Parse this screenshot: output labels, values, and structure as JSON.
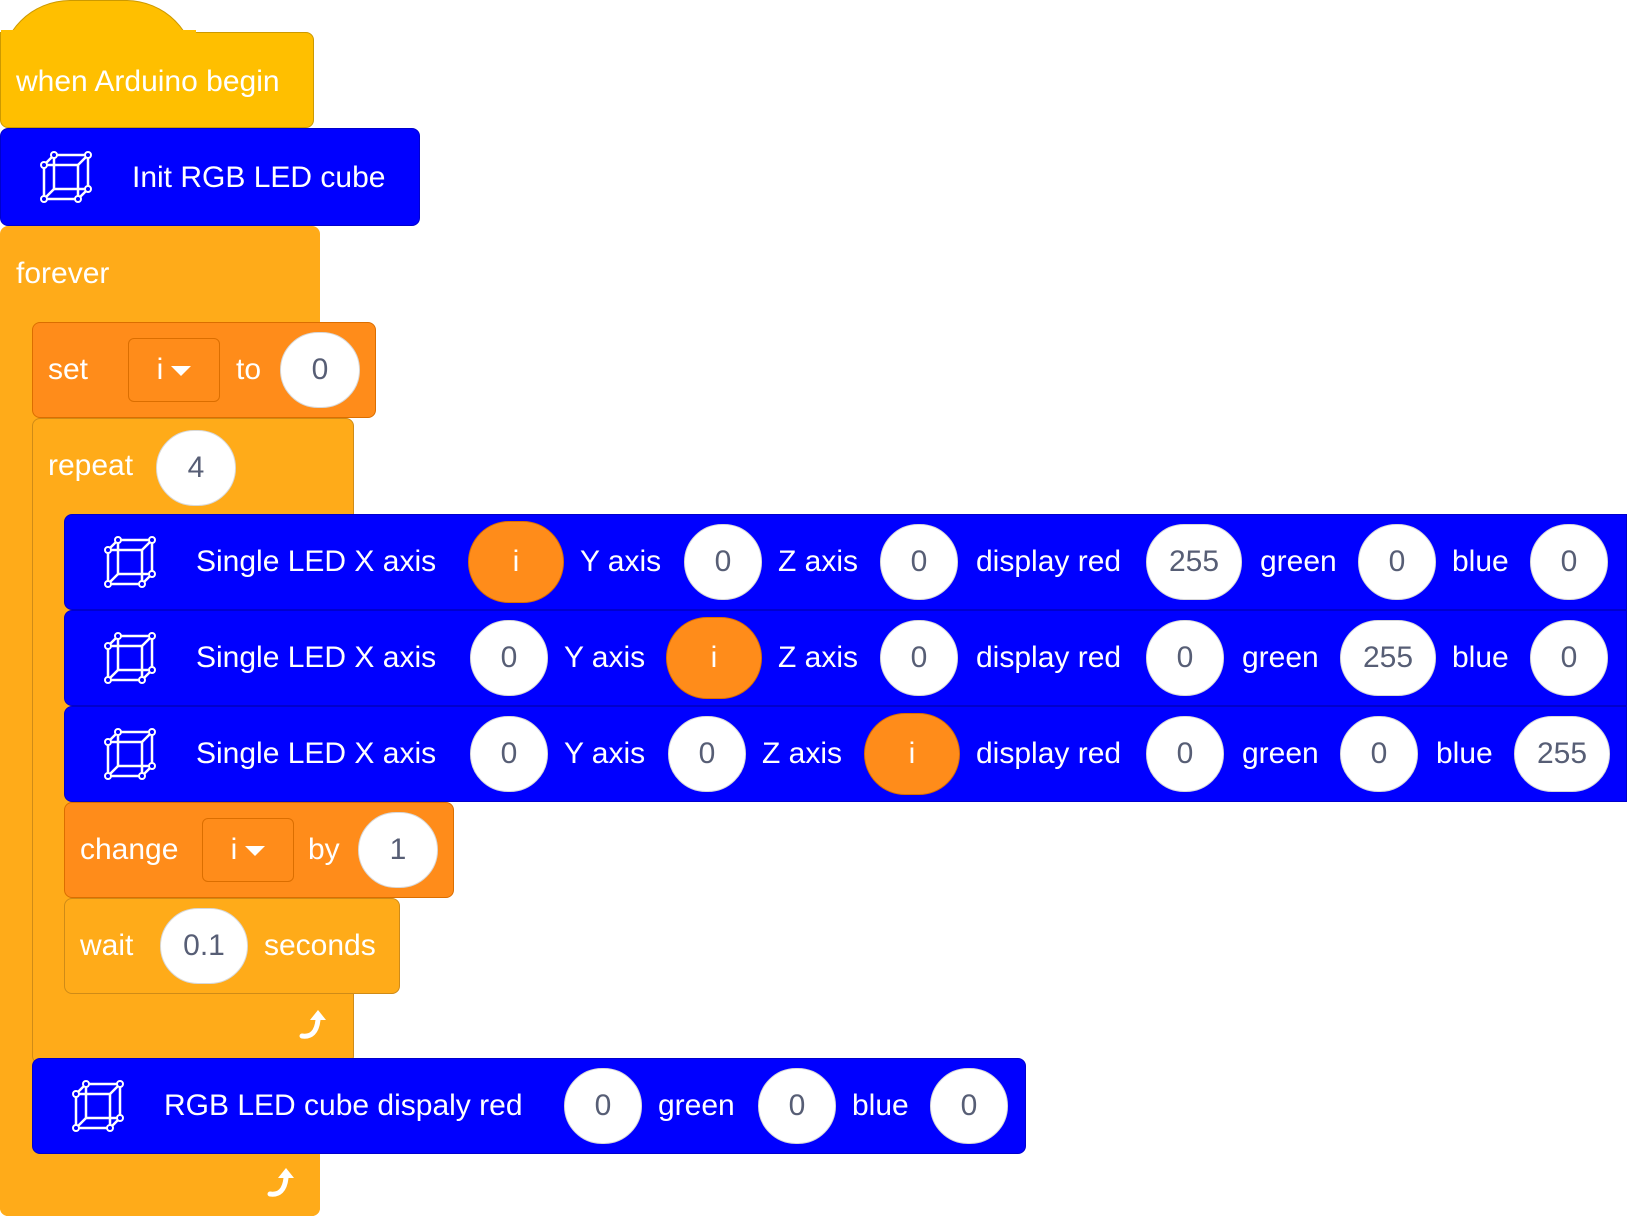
{
  "colors": {
    "event": "#FFBF00",
    "control": "#FFAB19",
    "variable": "#FF8C1A",
    "extension": "#0000FF"
  },
  "event_block": {
    "label": "when Arduino begin"
  },
  "init_block": {
    "icon": "led-cube-icon",
    "label": "Init RGB LED cube"
  },
  "forever_block": {
    "label": "forever",
    "loop_icon": "loop-arrow-icon"
  },
  "set_block": {
    "label": "set",
    "variable": "i",
    "to_label": "to",
    "value": "0"
  },
  "repeat_block": {
    "label": "repeat",
    "count": "4",
    "loop_icon": "loop-arrow-icon"
  },
  "led_blocks": [
    {
      "icon": "led-cube-icon",
      "x_label": "Single LED X axis",
      "x_value": "i",
      "y_label": "Y axis",
      "y_value": "0",
      "z_label": "Z axis",
      "z_value": "0",
      "red_label": "display red",
      "red_value": "255",
      "green_label": "green",
      "green_value": "0",
      "blue_label": "blue",
      "blue_value": "0"
    },
    {
      "icon": "led-cube-icon",
      "x_label": "Single LED X axis",
      "x_value": "0",
      "y_label": "Y axis",
      "y_value": "i",
      "z_label": "Z axis",
      "z_value": "0",
      "red_label": "display red",
      "red_value": "0",
      "green_label": "green",
      "green_value": "255",
      "blue_label": "blue",
      "blue_value": "0"
    },
    {
      "icon": "led-cube-icon",
      "x_label": "Single LED X axis",
      "x_value": "0",
      "y_label": "Y axis",
      "y_value": "0",
      "z_label": "Z axis",
      "z_value": "i",
      "red_label": "display red",
      "red_value": "0",
      "green_label": "green",
      "green_value": "0",
      "blue_label": "blue",
      "blue_value": "255"
    }
  ],
  "change_block": {
    "label": "change",
    "variable": "i",
    "by_label": "by",
    "value": "1"
  },
  "wait_block": {
    "label": "wait",
    "value": "0.1",
    "unit_label": "seconds"
  },
  "cube_display_block": {
    "icon": "led-cube-icon",
    "label": "RGB LED cube dispaly red",
    "red_value": "0",
    "green_label": "green",
    "green_value": "0",
    "blue_label": "blue",
    "blue_value": "0"
  }
}
